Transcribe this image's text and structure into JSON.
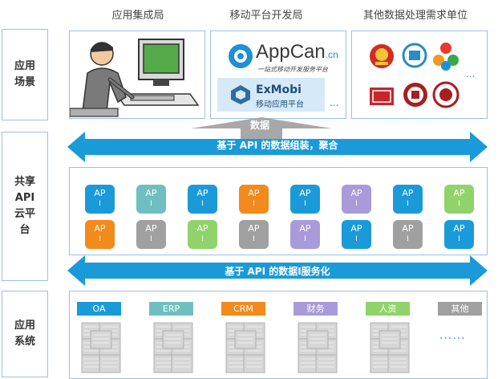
{
  "columns": {
    "col1": "应用集成局",
    "col2": "移动平台开发局",
    "col3": "其他数据处理需求单位"
  },
  "sidebar": {
    "scene": "应用\n场景",
    "api": "共享\nAPI\n云平\n台",
    "system": "应用\n系统"
  },
  "scene": {
    "appcan_brand": "AppCan",
    "appcan_suffix": ".cn",
    "appcan_tagline": "一站式移动开发服务平台",
    "exmobi_brand": "ExMobi",
    "exmobi_tagline": "移动应用平台",
    "more": "..."
  },
  "data_label": "数据",
  "arrow_top": "基于 API 的数据组装，聚合",
  "arrow_bottom": "基于 API 的数据I服务化",
  "ap_label": "AP",
  "ap_tick": "I",
  "ap_colors": {
    "row1": [
      "#1a9ad9",
      "#6fbfc0",
      "#1a9ad9",
      "#f28a1c",
      "#1a9ad9",
      "#a99bd9",
      "#1a9ad9",
      "#8fd36a"
    ],
    "row2": [
      "#f28a1c",
      "#a0a0a0",
      "#8fd36a",
      "#a0a0a0",
      "#a99bd9",
      "#1a9ad9",
      "#a0a0a0",
      "#1a9ad9"
    ]
  },
  "systems": [
    {
      "label": "OA",
      "color": "#1a9ad9"
    },
    {
      "label": "ERP",
      "color": "#6fbfc0"
    },
    {
      "label": "CRM",
      "color": "#f28a1c"
    },
    {
      "label": "财务",
      "color": "#a99bd9"
    },
    {
      "label": "人资",
      "color": "#8fd36a"
    },
    {
      "label": "其他",
      "color": "#a0a0a0"
    }
  ],
  "systems_more": "......",
  "colors": {
    "border": "#9cc0e0",
    "arrow": "#1a9ad9",
    "gray_arrow": "#a8a8a8"
  }
}
